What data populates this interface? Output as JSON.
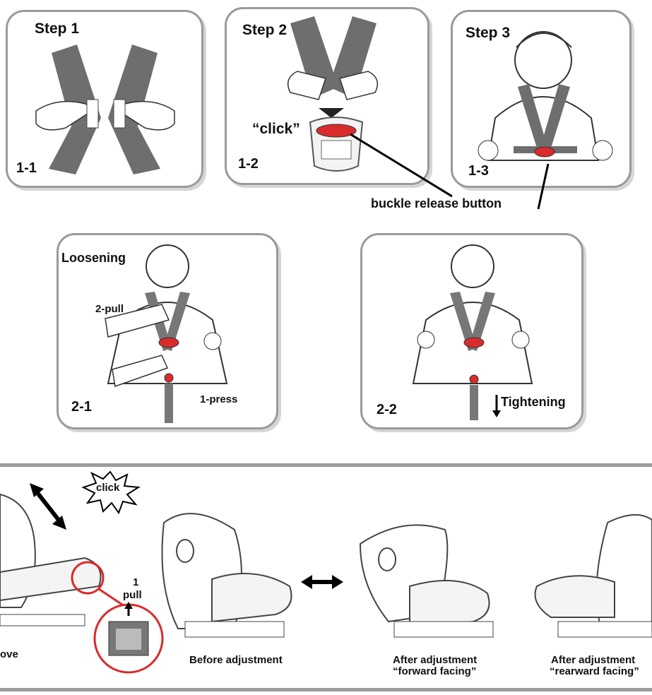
{
  "top_row": {
    "step1": {
      "title": "Step 1",
      "tag": "1-1"
    },
    "step2": {
      "title": "Step 2",
      "tag": "1-2",
      "sound": "“click”"
    },
    "step3": {
      "title": "Step 3",
      "tag": "1-3"
    },
    "callout": "buckle release button"
  },
  "middle_row": {
    "loosen": {
      "title": "Loosening",
      "pull": "2-pull",
      "press": "1-press",
      "tag": "2-1"
    },
    "tighten": {
      "title": "Tightening",
      "tag": "2-2"
    }
  },
  "bottom_row": {
    "click": "click",
    "pull_num": "1",
    "pull_word": "pull",
    "remove_partial": "ove",
    "before": "Before adjustment",
    "after_fwd_1": "After adjustment",
    "after_fwd_2": "“forward facing”",
    "after_rear_1": "After adjustment",
    "after_rear_2": "“rearward facing”"
  },
  "colors": {
    "accent_red": "#d92b2b",
    "frame": "#9a9a9a",
    "strap": "#6e6e6e"
  }
}
